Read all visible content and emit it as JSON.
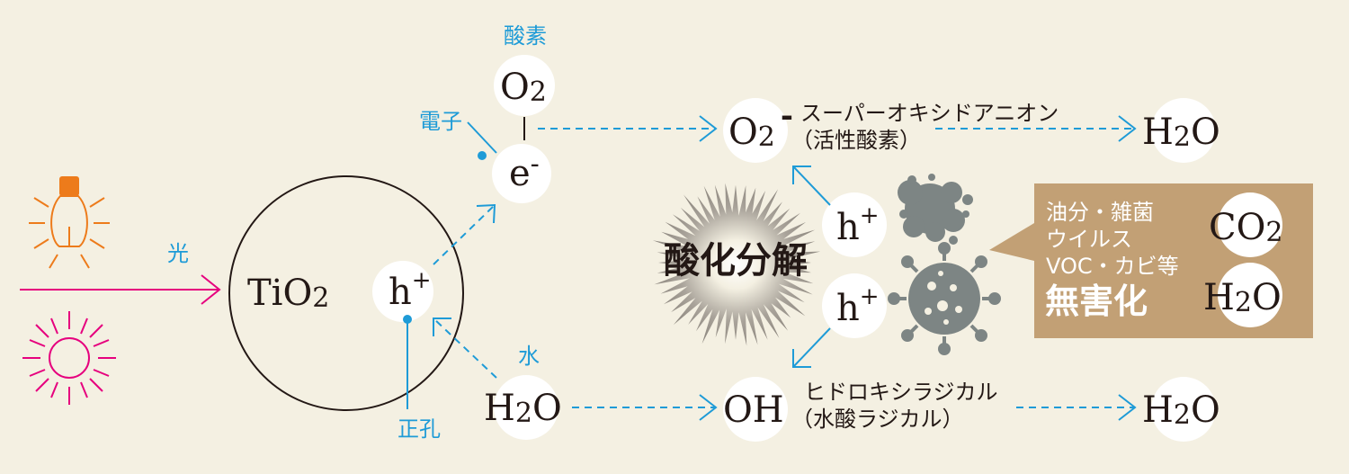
{
  "labels": {
    "light": "光",
    "oxygen": "酸素",
    "electron": "電子",
    "hole": "正孔",
    "water": "水",
    "superoxide": "スーパーオキシドアニオン",
    "superoxide_sub": "（活性酸素）",
    "hydroxyl": "ヒドロキシラジカル",
    "hydroxyl_sub": "（水酸ラジカル）",
    "oxidation": "酸化分解"
  },
  "callout": {
    "line1": "油分・雑菌",
    "line2": "ウイルス",
    "line3": "VOC・カビ等",
    "result": "無害化"
  },
  "species": {
    "tio2_main": "TiO",
    "tio2_sub": "2",
    "o2_main": "O",
    "o2_sub": "2",
    "e_main": "e",
    "e_sup": "-",
    "h_main": "h",
    "h_sup": "+",
    "h2o_a": "H",
    "h2o_sub": "2",
    "h2o_b": "O",
    "superoxide_main": "O",
    "superoxide_sub": "2",
    "superoxide_sup": "-",
    "oh": "OH",
    "co2_main": "CO",
    "co2_sub": "2"
  },
  "colors": {
    "background": "#f4f0e2",
    "blue": "#1e9bd7",
    "magenta": "#e6007e",
    "orange": "#ed7b1b",
    "callout": "#c2a075",
    "virus": "#7d8584"
  }
}
